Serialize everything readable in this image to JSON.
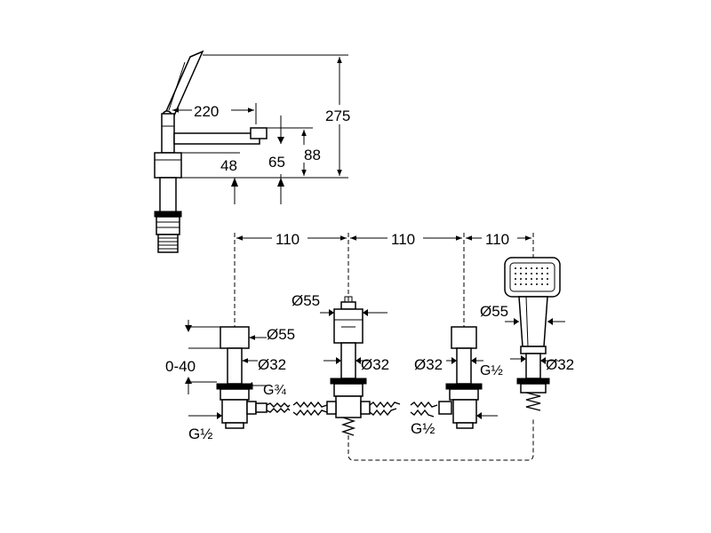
{
  "side_view": {
    "reach": "220",
    "height_total": "275",
    "height_spout": "88",
    "height_outlet": "65",
    "spout_offset": "48"
  },
  "spacing": {
    "first": "110",
    "second": "110",
    "third": "110"
  },
  "valve_left": {
    "cap_dia": "Ø55",
    "stem_dia": "Ø32",
    "adjust_range": "0-40",
    "thread_outlet": "G¾",
    "thread_inlet": "G½"
  },
  "spout_center": {
    "cap_dia": "Ø55",
    "stem_dia": "Ø32"
  },
  "valve_right": {
    "stem_dia": "Ø32",
    "thread_inlet": "G½"
  },
  "hand_shower": {
    "cap_dia": "Ø55",
    "thread": "G½",
    "stem_dia": "Ø32"
  }
}
